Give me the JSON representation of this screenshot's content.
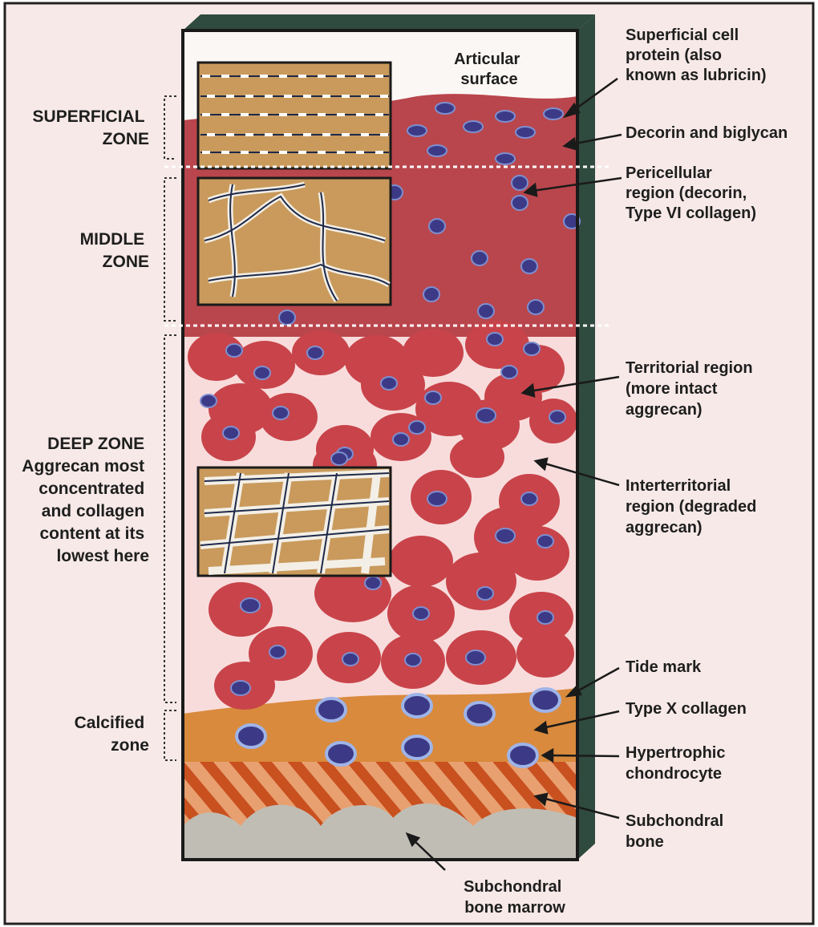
{
  "zones": {
    "superficial": [
      "SUPERFICIAL",
      "ZONE"
    ],
    "middle": [
      "MIDDLE",
      "ZONE"
    ],
    "deep": [
      "DEEP ZONE",
      "Aggrecan most",
      "concentrated",
      "and collagen",
      "content at its",
      "lowest here"
    ],
    "calcified": [
      "Calcified",
      "zone"
    ]
  },
  "labels": {
    "articular_surface": [
      "Articular",
      "surface"
    ],
    "lubricin": [
      "Superficial cell",
      "protein (also",
      "known as lubricin)"
    ],
    "decorin": [
      "Decorin and biglycan"
    ],
    "pericellular": [
      "Pericellular",
      "region  (decorin,",
      "Type  VI  collagen)"
    ],
    "territorial": [
      "Territorial region",
      "(more intact",
      "aggrecan)"
    ],
    "interterritorial": [
      "Interterritorial",
      "region (degraded",
      "aggrecan)"
    ],
    "tide_mark": [
      "Tide mark"
    ],
    "type_x": [
      "Type X collagen"
    ],
    "hypertrophic": [
      "Hypertrophic",
      "chondrocyte"
    ],
    "subchondral_bone": [
      "Subchondral",
      "bone"
    ],
    "marrow": [
      "Subchondral",
      "bone marrow"
    ]
  },
  "colors": {
    "background": "#f6e9e7",
    "matrix": "#b9464c",
    "matrix_light": "#f8dcdc",
    "cell_halo": "#c8444a",
    "nucleus": "#3c3a86",
    "calcified": "#d98a3c",
    "bone_stripe": "#c9501f",
    "marrow": "#c0bdb5",
    "collagen_tan": "#c99a5c",
    "frame": "#1a1a1a",
    "frame_side": "#2f4a3e"
  }
}
